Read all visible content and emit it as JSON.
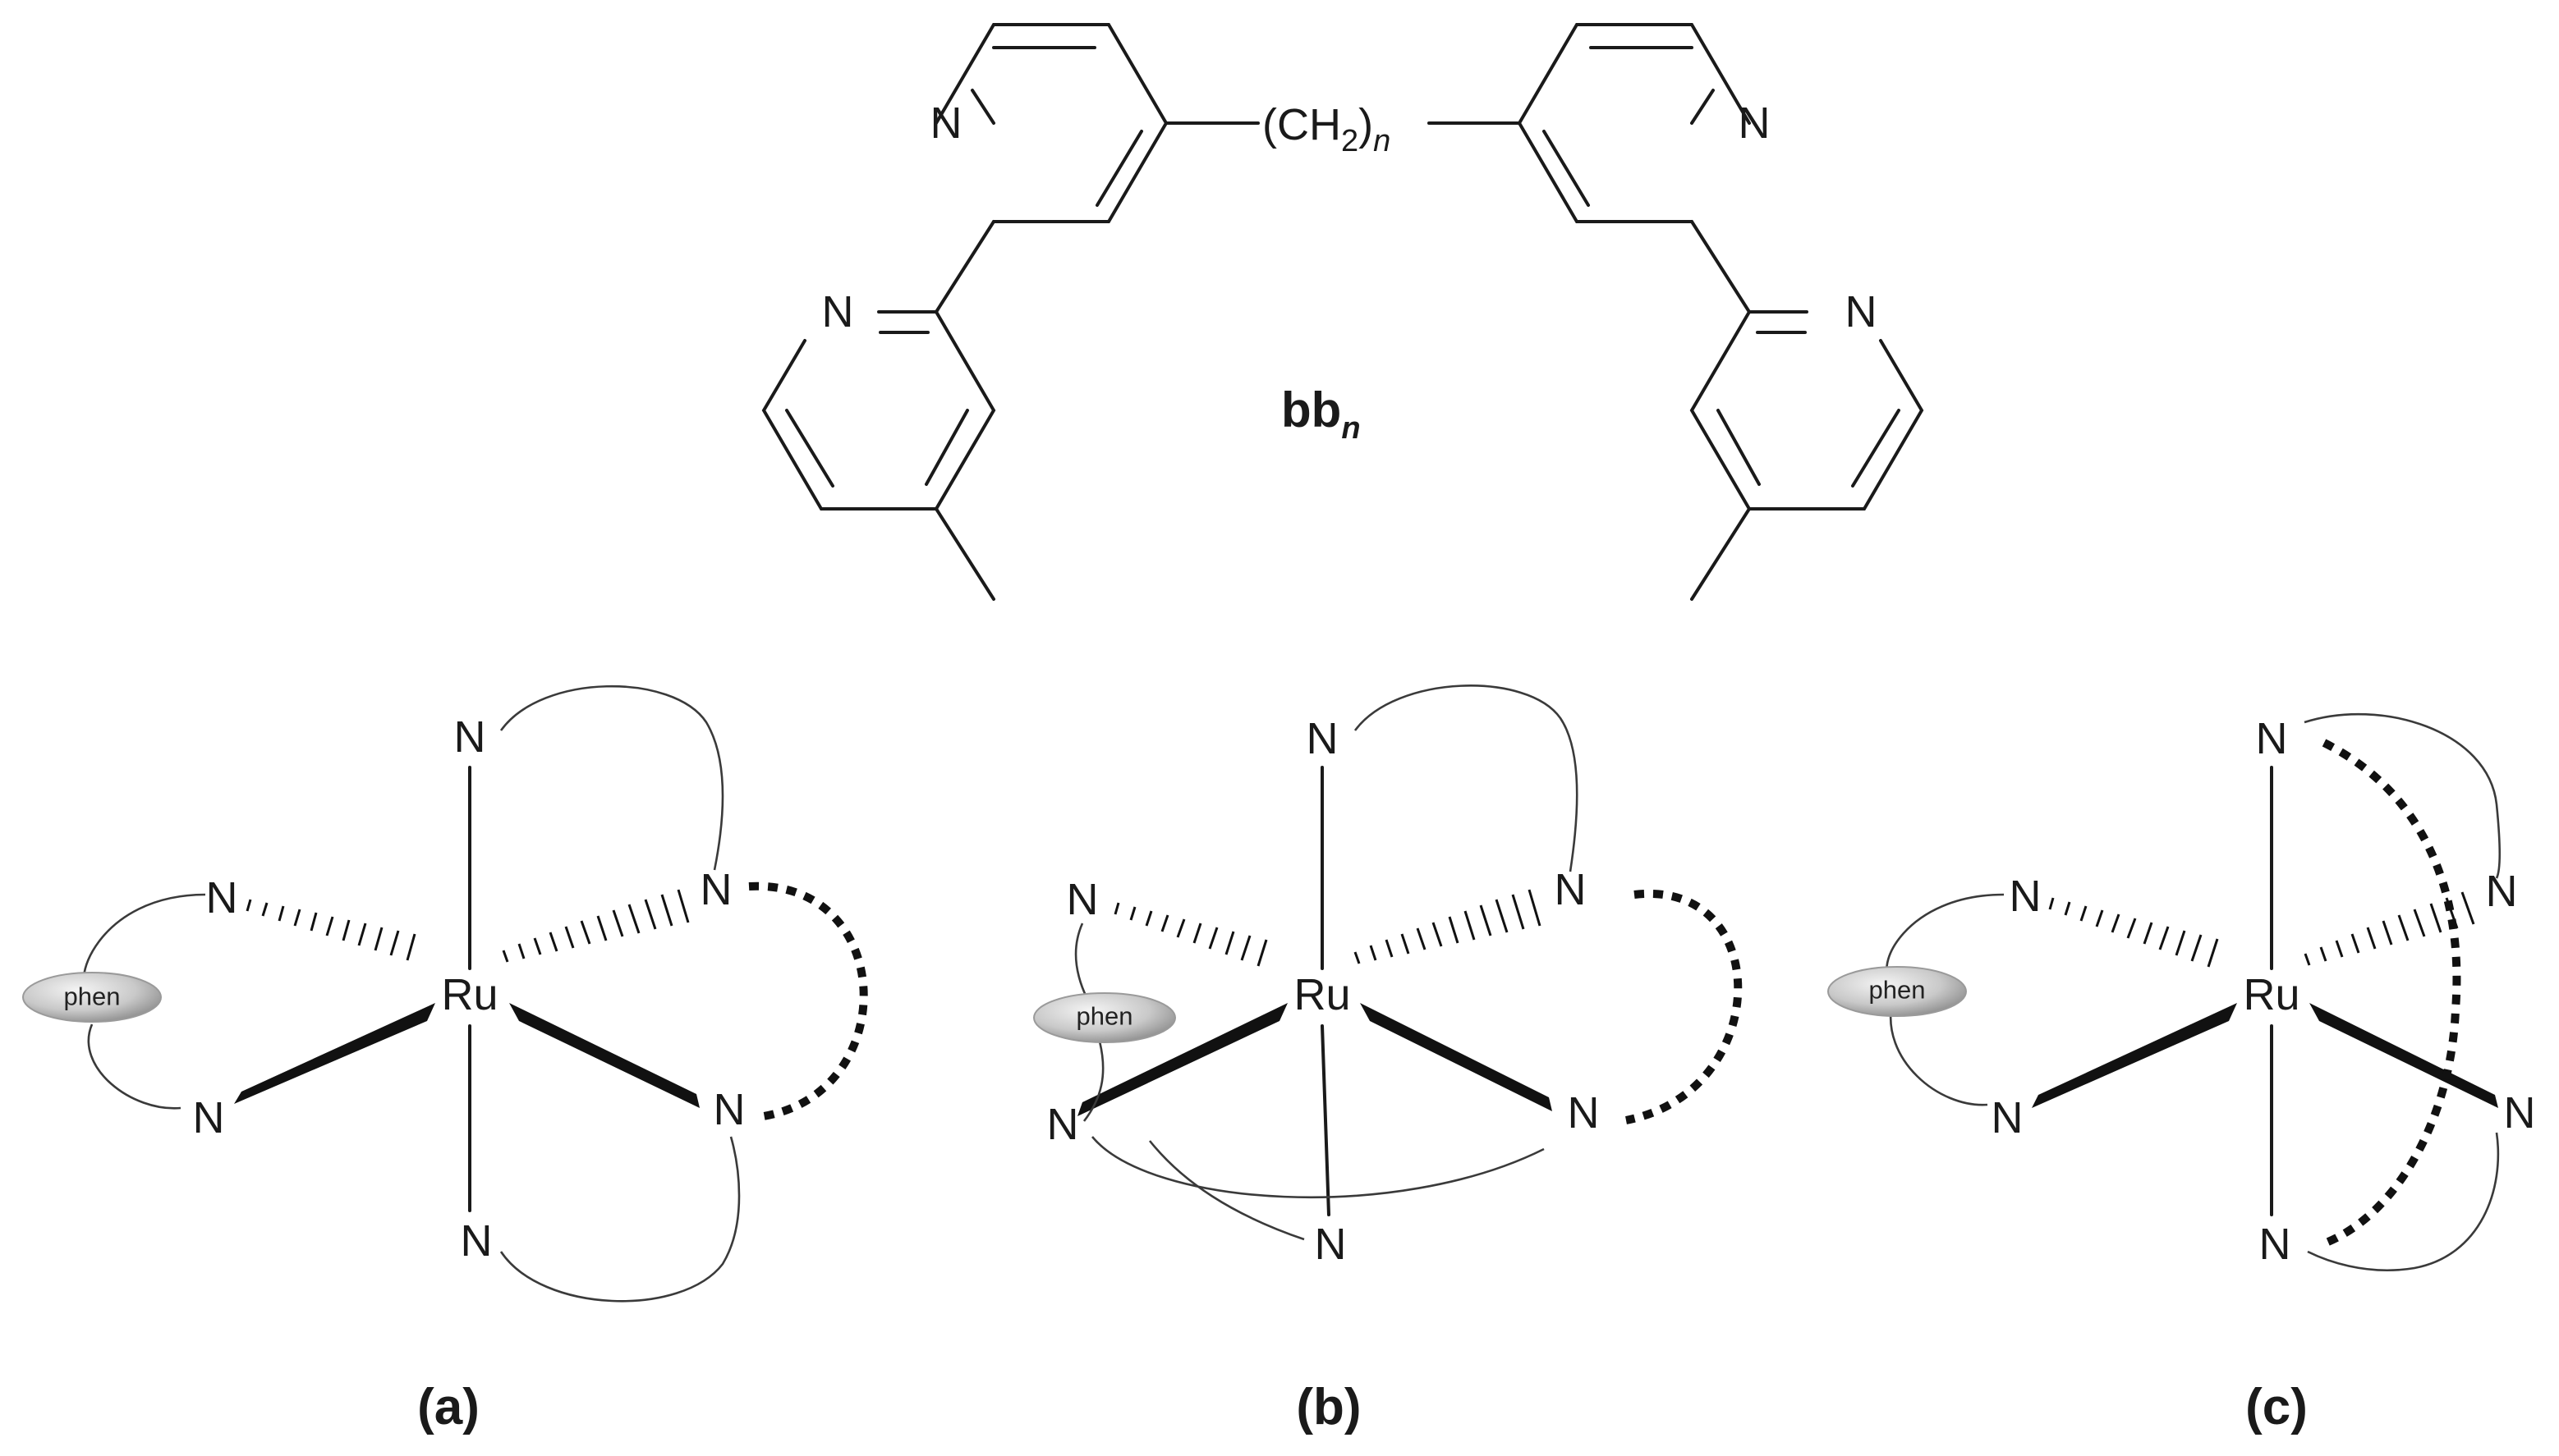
{
  "ligand": {
    "n_top_left": "N",
    "n_bot_left": "N",
    "n_top_right": "N",
    "n_bot_right": "N",
    "linker_group": "(CH",
    "linker_sub": "2",
    "linker_close": ")",
    "linker_n": "n",
    "name_main": "bb",
    "name_sub": "n"
  },
  "panels": [
    {
      "caption": "(a)",
      "metal": "Ru",
      "donor": "N",
      "phen": "phen"
    },
    {
      "caption": "(b)",
      "metal": "Ru",
      "donor": "N",
      "phen": "phen"
    },
    {
      "caption": "(c)",
      "metal": "Ru",
      "donor": "N",
      "phen": "phen"
    }
  ],
  "colors": {
    "ink": "#1a1a1a",
    "phen_fill": "#c9c9c9"
  }
}
